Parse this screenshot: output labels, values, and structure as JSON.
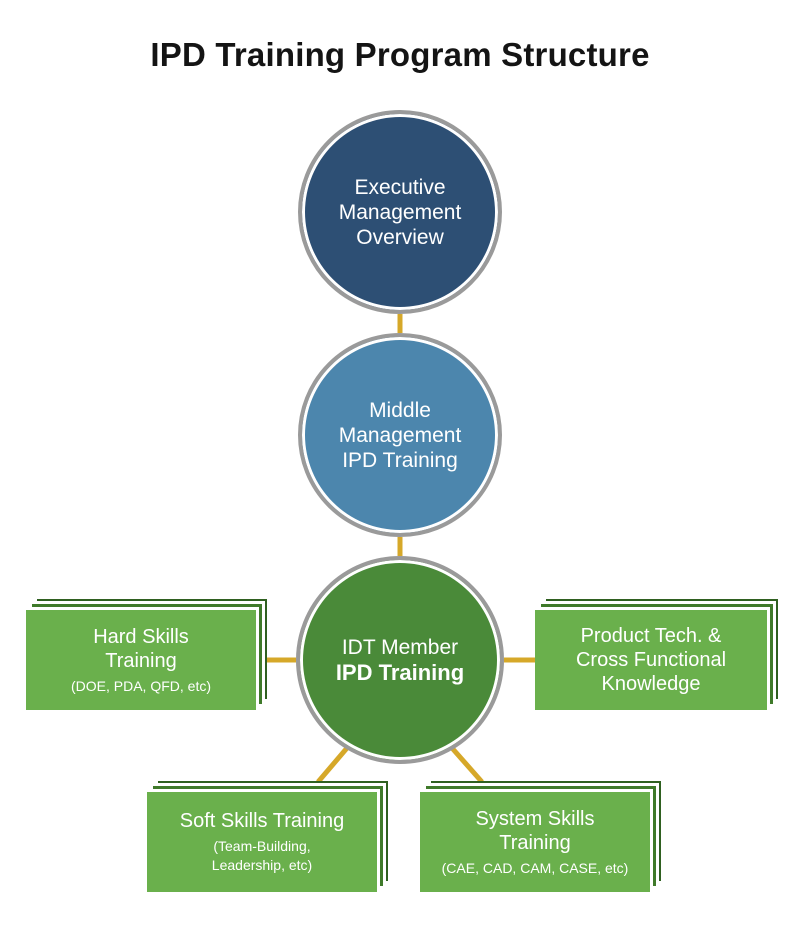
{
  "title": "IPD Training Program Structure",
  "colors": {
    "connector": "#d6a829",
    "executive": "#2d4f74",
    "middle": "#4c86ad",
    "idt": "#4a8a39",
    "box": "#6ab04c",
    "ring": "#9a9a9a"
  },
  "nodes": {
    "executive": {
      "line1": "Executive",
      "line2": "Management",
      "line3": "Overview"
    },
    "middle": {
      "line1": "Middle",
      "line2": "Management",
      "line3": "IPD Training"
    },
    "idt": {
      "line1": "IDT Member",
      "line2": "IPD Training"
    }
  },
  "boxes": {
    "hard": {
      "line1": "Hard Skills",
      "line2": "Training",
      "sub": "(DOE, PDA, QFD, etc)"
    },
    "product": {
      "line1": "Product Tech. &",
      "line2": "Cross Functional",
      "line3": "Knowledge"
    },
    "soft": {
      "line1": "Soft Skills Training",
      "sub1": "(Team-Building,",
      "sub2": "Leadership, etc)"
    },
    "system": {
      "line1": "System Skills",
      "line2": "Training",
      "sub": "(CAE, CAD, CAM, CASE, etc)"
    }
  }
}
